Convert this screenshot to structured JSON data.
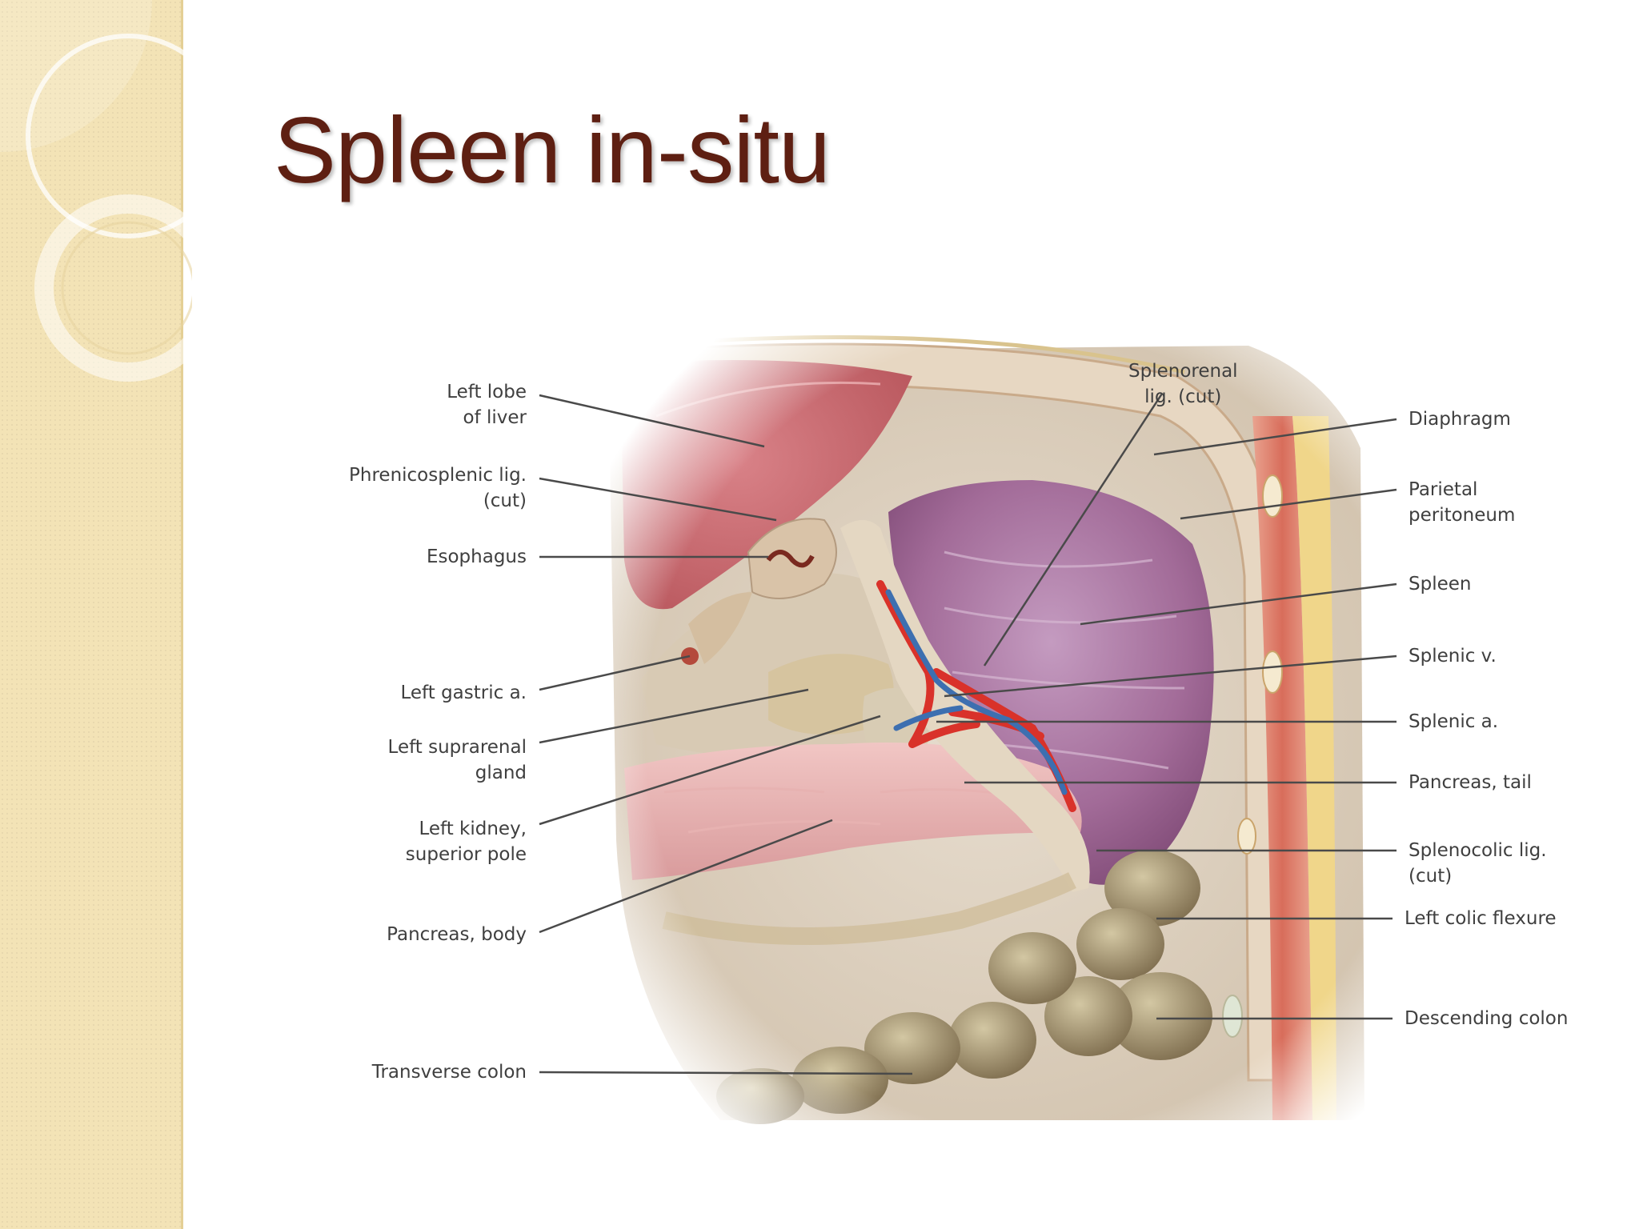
{
  "slide": {
    "title": "Spleen in-situ"
  },
  "figure": {
    "left_labels": [
      {
        "text": "Left lobe\nof liver"
      },
      {
        "text": "Phrenicosplenic lig.\n(cut)"
      },
      {
        "text": "Esophagus"
      },
      {
        "text": "Left gastric a."
      },
      {
        "text": "Left suprarenal\ngland"
      },
      {
        "text": "Left kidney,\nsuperior pole"
      },
      {
        "text": "Pancreas, body"
      },
      {
        "text": "Transverse colon"
      }
    ],
    "right_labels": [
      {
        "text": "Diaphragm"
      },
      {
        "text": "Parietal\nperitoneum"
      },
      {
        "text": "Spleen"
      },
      {
        "text": "Splenic v."
      },
      {
        "text": "Splenic a."
      },
      {
        "text": "Pancreas, tail"
      },
      {
        "text": "Splenocolic lig.\n(cut)"
      },
      {
        "text": "Left colic flexure"
      },
      {
        "text": "Descending colon"
      }
    ],
    "top_labels": [
      {
        "text": "Splenorenal\nlig. (cut)"
      }
    ]
  },
  "colors": {
    "title": "#5e1f12",
    "side_band": "#f3e3b6",
    "liver": "#c86a6e",
    "spleen": "#9a5e8e",
    "artery": "#d9322a",
    "vein": "#3d6fb0",
    "colon": "#9c8a66"
  }
}
